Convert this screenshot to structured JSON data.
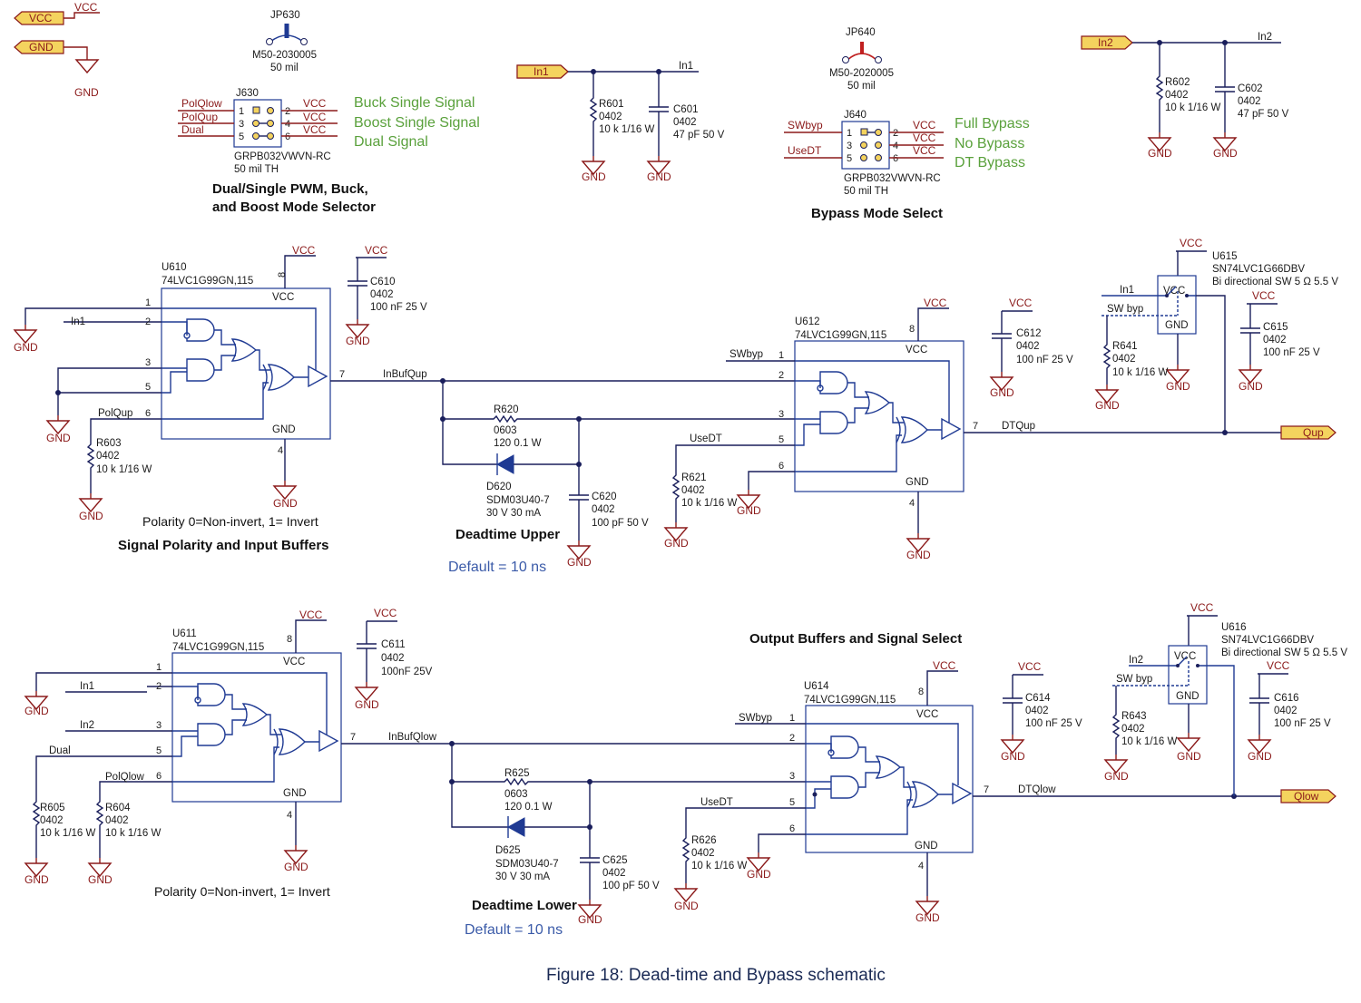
{
  "caption": "Figure 18: Dead-time and Bypass schematic",
  "nets": {
    "vcc": "VCC",
    "gnd": "GND",
    "in1": "In1",
    "in2": "In2",
    "qup": "Qup",
    "qlow": "Qlow",
    "swbyp": "SWbyp",
    "sw_byp": "SW byp",
    "usedt": "UseDT",
    "polqlow": "PolQlow",
    "polqup": "PolQup",
    "dual": "Dual",
    "inbufqup": "InBufQup",
    "inbufqlow": "InBufQlow",
    "dtqup": "DTQup",
    "dtqlow": "DTQlow"
  },
  "jumpers": {
    "jp630": {
      "ref": "JP630",
      "part": "M50-2030005",
      "pitch": "50 mil"
    },
    "jp640": {
      "ref": "JP640",
      "part": "M50-2020005",
      "pitch": "50 mil"
    }
  },
  "headers": {
    "j630": {
      "ref": "J630",
      "part": "GRPB032VWVN-RC",
      "pitch": "50 mil TH",
      "pins_left": [
        "1",
        "3",
        "5"
      ],
      "pins_right": [
        "2",
        "4",
        "6"
      ],
      "modes": [
        "Buck Single Signal",
        "Boost Single Signal",
        "Dual Signal"
      ]
    },
    "j640": {
      "ref": "J640",
      "part": "GRPB032VWVN-RC",
      "pitch": "50 mil TH",
      "pins_left": [
        "1",
        "3",
        "5"
      ],
      "pins_right": [
        "2",
        "4",
        "6"
      ],
      "modes": [
        "Full Bypass",
        "No Bypass",
        "DT Bypass"
      ]
    }
  },
  "section_titles": {
    "mode_selector": [
      "Dual/Single PWM, Buck,",
      "and Boost Mode Selector"
    ],
    "bypass": "Bypass Mode Select",
    "polarity": "Signal Polarity and Input Buffers",
    "deadtime_upper": "Deadtime Upper",
    "deadtime_lower": "Deadtime Lower",
    "output": "Output Buffers and Signal Select"
  },
  "notes": {
    "polarity": "Polarity 0=Non-invert, 1= Invert",
    "default_dt": "Default = 10 ns"
  },
  "ics": {
    "u610": {
      "ref": "U610",
      "part": "74LVC1G99GN,115"
    },
    "u611": {
      "ref": "U611",
      "part": "74LVC1G99GN,115"
    },
    "u612": {
      "ref": "U612",
      "part": "74LVC1G99GN,115"
    },
    "u614": {
      "ref": "U614",
      "part": "74LVC1G99GN,115"
    },
    "u615": {
      "ref": "U615",
      "part": "SN74LVC1G66DBV",
      "desc": "Bi directional SW 5 Ω 5.5 V"
    },
    "u616": {
      "ref": "U616",
      "part": "SN74LVC1G66DBV",
      "desc": "Bi directional SW 5 Ω 5.5 V"
    }
  },
  "pins": {
    "p1": "1",
    "p2": "2",
    "p3": "3",
    "p4": "4",
    "p5": "5",
    "p6": "6",
    "p7": "7",
    "p8": "8"
  },
  "passives": {
    "r601": [
      "R601",
      "0402",
      "10 k 1/16 W"
    ],
    "c601": [
      "C601",
      "0402",
      "47 pF 50 V"
    ],
    "r602": [
      "R602",
      "0402",
      "10 k 1/16 W"
    ],
    "c602": [
      "C602",
      "0402",
      "47 pF 50 V"
    ],
    "c610": [
      "C610",
      "0402",
      "100 nF 25 V"
    ],
    "c611": [
      "C611",
      "0402",
      "100nF 25V"
    ],
    "c612": [
      "C612",
      "0402",
      "100 nF 25 V"
    ],
    "c614": [
      "C614",
      "0402",
      "100 nF 25 V"
    ],
    "c615": [
      "C615",
      "0402",
      "100 nF 25 V"
    ],
    "c616": [
      "C616",
      "0402",
      "100 nF 25 V"
    ],
    "r603": [
      "R603",
      "0402",
      "10 k 1/16 W"
    ],
    "r604": [
      "R604",
      "0402",
      "10 k 1/16 W"
    ],
    "r605": [
      "R605",
      "0402",
      "10 k 1/16 W"
    ],
    "r620": [
      "R620",
      "0603",
      "120 0.1 W"
    ],
    "r625": [
      "R625",
      "0603",
      "120 0.1 W"
    ],
    "d620": [
      "D620",
      "SDM03U40-7",
      "30 V 30 mA"
    ],
    "d625": [
      "D625",
      "SDM03U40-7",
      "30 V 30 mA"
    ],
    "c620": [
      "C620",
      "0402",
      "100 pF 50 V"
    ],
    "c625": [
      "C625",
      "0402",
      "100 pF 50 V"
    ],
    "r621": [
      "R621",
      "0402",
      "10 k 1/16 W"
    ],
    "r626": [
      "R626",
      "0402",
      "10 k 1/16 W"
    ],
    "r641": [
      "R641",
      "0402",
      "10 k 1/16 W"
    ],
    "r643": [
      "R643",
      "0402",
      "10 k 1/16 W"
    ]
  }
}
